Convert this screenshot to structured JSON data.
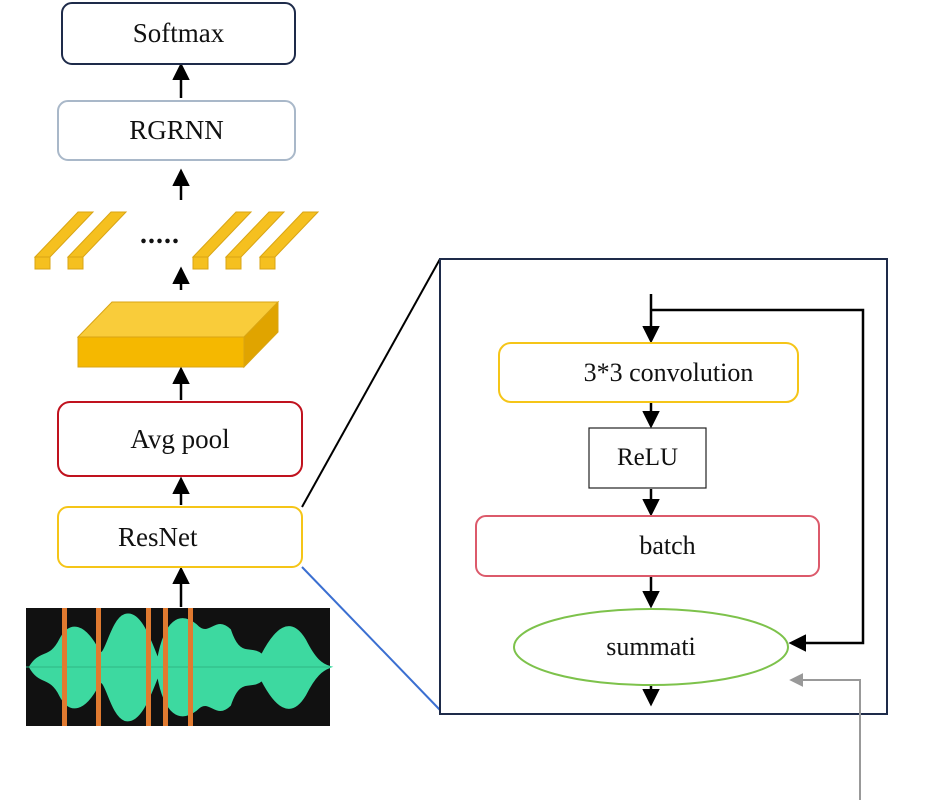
{
  "left_stack": {
    "softmax_label": "Softmax",
    "rgrnn_label": "RGRNN",
    "dots_label": ".....",
    "avgpool_label": "Avg pool",
    "resnet_label": "ResNet"
  },
  "residual_block": {
    "conv_label": "3*3 convolution",
    "relu_label": "ReLU",
    "batch_label": "batch",
    "sum_label": "summati"
  },
  "colors": {
    "softmax_border": "#1e2b4a",
    "rgrnn_border": "#a9b8c9",
    "avgpool_border": "#c0121e",
    "resnet_border": "#f5c518",
    "batch_border": "#dc5a6b",
    "sum_border": "#7dc24b",
    "block_border": "#1e2b4a",
    "feature_gold": "#f5c01f",
    "waveform_green": "#3dd9a0",
    "marker_orange": "#e07a30"
  }
}
